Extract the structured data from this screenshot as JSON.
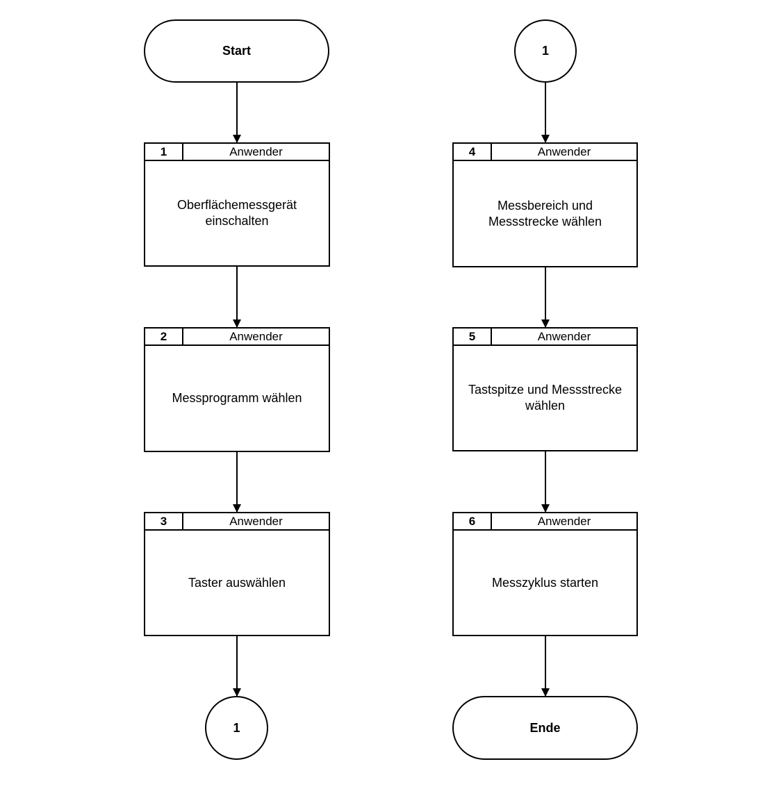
{
  "start": {
    "label": "Start"
  },
  "end": {
    "label": "Ende"
  },
  "connectors": {
    "out_label": "1",
    "in_label": "1"
  },
  "steps": [
    {
      "num": "1",
      "role": "Anwender",
      "line1": "Oberflächemessgerät",
      "line2": "einschalten"
    },
    {
      "num": "2",
      "role": "Anwender",
      "line1": "Messprogramm wählen",
      "line2": ""
    },
    {
      "num": "3",
      "role": "Anwender",
      "line1": "Taster auswählen",
      "line2": ""
    },
    {
      "num": "4",
      "role": "Anwender",
      "line1": "Messbereich und",
      "line2": "Messstrecke wählen"
    },
    {
      "num": "5",
      "role": "Anwender",
      "line1": "Tastspitze und Messstrecke",
      "line2": "wählen"
    },
    {
      "num": "6",
      "role": "Anwender",
      "line1": "Messzyklus starten",
      "line2": ""
    }
  ]
}
